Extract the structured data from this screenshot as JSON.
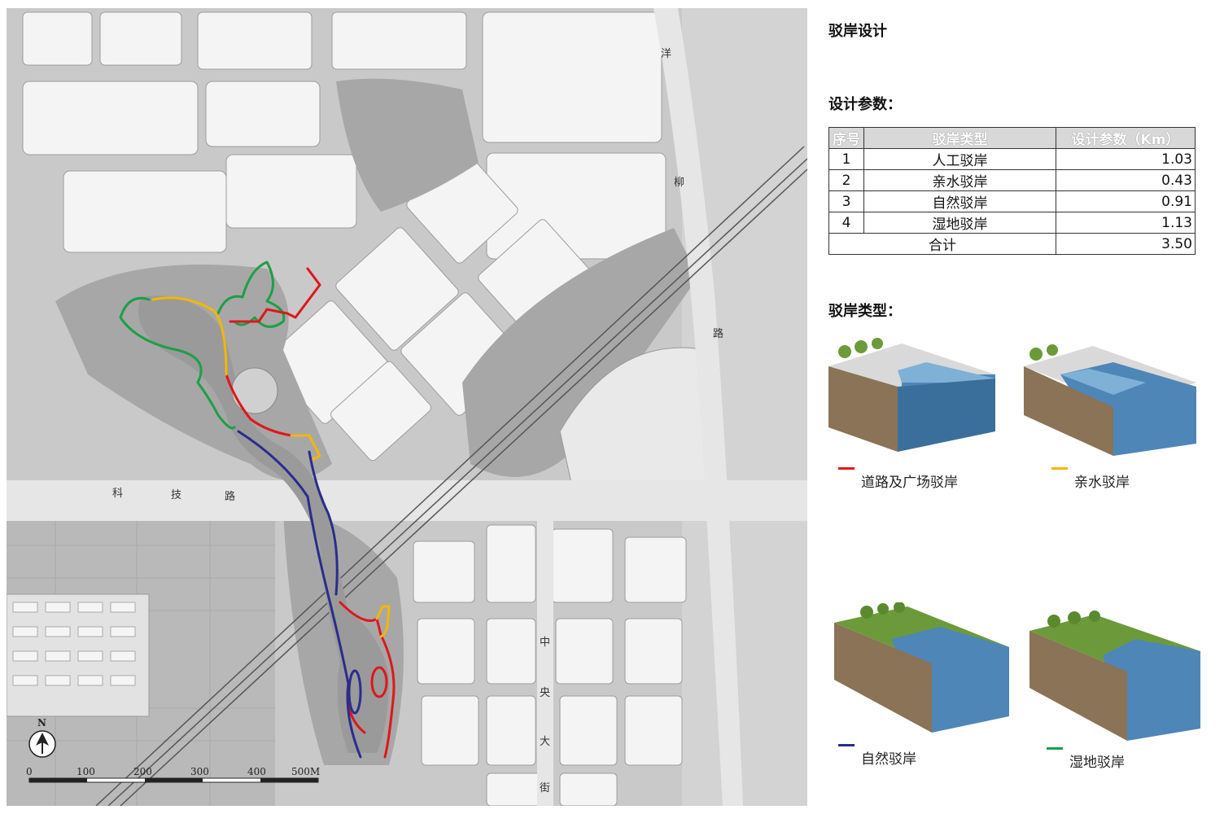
{
  "title": "驳岸设计",
  "params_heading": "设计参数：",
  "types_heading": "驳岸类型：",
  "table": {
    "headers": [
      "序号",
      "驳岸类型",
      "设计参数（Km）"
    ],
    "rows": [
      {
        "no": "1",
        "type": "人工驳岸",
        "value": "1.03"
      },
      {
        "no": "2",
        "type": "亲水驳岸",
        "value": "0.43"
      },
      {
        "no": "3",
        "type": "自然驳岸",
        "value": "0.91"
      },
      {
        "no": "4",
        "type": "湿地驳岸",
        "value": "1.13"
      }
    ],
    "total_label": "合计",
    "total_value": "3.50"
  },
  "legend": [
    {
      "label": "道路及广场驳岸",
      "color": "#e0161b"
    },
    {
      "label": "亲水驳岸",
      "color": "#f2b705"
    },
    {
      "label": "自然驳岸",
      "color": "#2a2c8c"
    },
    {
      "label": "湿地驳岸",
      "color": "#1f9e48"
    }
  ],
  "map": {
    "road_keji": [
      "科",
      "技",
      "路"
    ],
    "road_yangliu": [
      "洋",
      "柳",
      "路"
    ],
    "road_zhongyang": [
      "中",
      "央",
      "大",
      "街"
    ],
    "north_label": "N",
    "scale_labels": [
      "0",
      "100",
      "200",
      "300",
      "400",
      "500M"
    ]
  },
  "colors": {
    "water": "#4f86b8",
    "water_light": "#7fb0d6",
    "grass": "#6c9a3a",
    "soil": "#8a7356",
    "paving": "#d9d9d9"
  }
}
